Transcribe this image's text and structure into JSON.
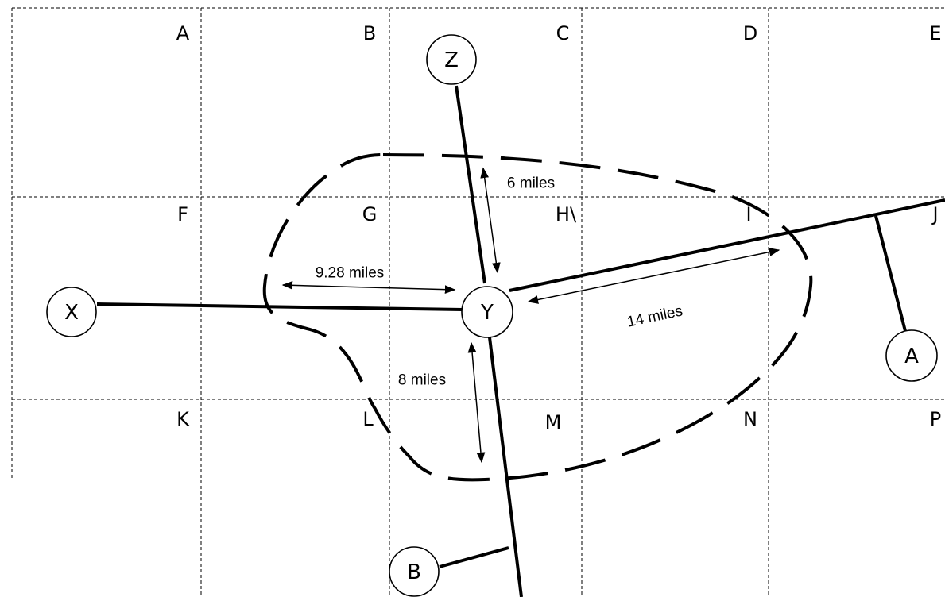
{
  "grid": {
    "cells": [
      "A",
      "B",
      "C",
      "D",
      "E",
      "F",
      "G",
      "H\\",
      "I",
      "J",
      "K",
      "L",
      "M",
      "N",
      "P"
    ]
  },
  "nodes": {
    "x": "X",
    "y": "Y",
    "z": "Z",
    "a": "A",
    "b": "B"
  },
  "distances": {
    "d1": "6 miles",
    "d2": "9.28 miles",
    "d3": "14 miles",
    "d4": "8 miles"
  },
  "colors": {
    "ink": "#000000",
    "background": "#ffffff"
  }
}
